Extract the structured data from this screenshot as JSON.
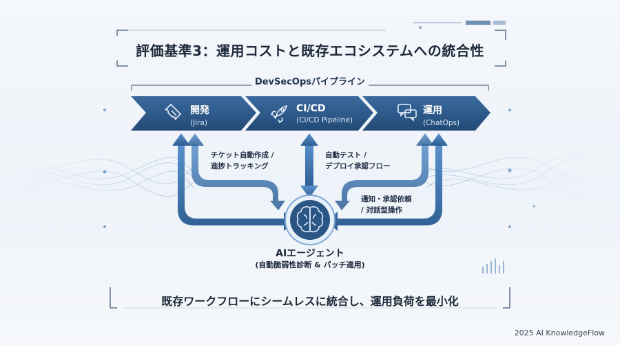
{
  "title": "評価基準3：運用コストと既存エコシステムへの統合性",
  "pipeline": {
    "label": "DevSecOpsパイプライン",
    "stages": [
      {
        "name": "開発",
        "sub": "(Jira)",
        "icon": "ticket-icon"
      },
      {
        "name": "CI/CD",
        "sub": "(CI/CD Pipeline)",
        "icon": "rocket-icon"
      },
      {
        "name": "運用",
        "sub": "(ChatOps)",
        "icon": "chat-bubbles-icon"
      }
    ]
  },
  "flows": {
    "left": [
      "チケット自動作成 /",
      "進捗トラッキング"
    ],
    "center": [
      "自動テスト /",
      "デプロイ承認フロー"
    ],
    "right": [
      "通知・承認依頼",
      "/ 対話型操作"
    ]
  },
  "agent": {
    "name": "AIエージェント",
    "description": "(自動脆弱性診断 & パッチ適用)",
    "icon": "brain-icon"
  },
  "tagline": "既存ワークフローにシームレスに統合し、運用負荷を最小化",
  "footer": "2025 AI KnowledgeFlow",
  "colors": {
    "stage_fill": "#2f5d8f",
    "stage_fill_dark": "#1f3f66",
    "arrow": "#3f78b4",
    "frame": "#5b6f8a"
  }
}
